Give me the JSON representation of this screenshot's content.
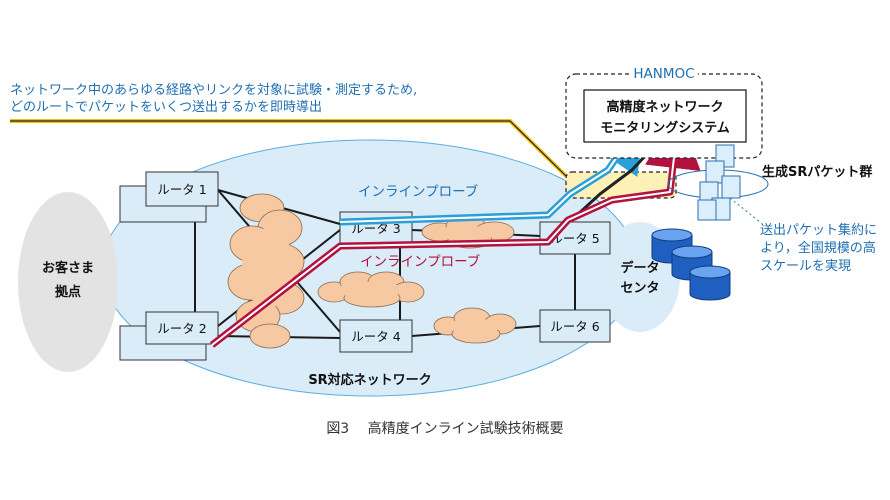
{
  "annotation": {
    "line1": "ネットワーク中のあらゆる経路やリンクを対象に試験・測定するため,",
    "line2": "どのルートでパケットをいくつ送出するかを即時導出"
  },
  "hanmoc": {
    "label": "HANMOC",
    "system_line1": "高精度ネットワーク",
    "system_line2": "モニタリングシステム"
  },
  "customer": {
    "line1": "お客さま",
    "line2": "拠点"
  },
  "routers": [
    "ルータ 1",
    "ルータ 2",
    "ルータ 3",
    "ルータ 4",
    "ルータ 5",
    "ルータ 6"
  ],
  "probes": {
    "blue": "インラインプローブ",
    "red": "インラインプローブ"
  },
  "network_label": "SR対応ネットワーク",
  "datacenter": {
    "line1": "データ",
    "line2": "センタ"
  },
  "sr_packets_label": "生成SRパケット群",
  "aggregation_note": {
    "line1": "送出パケット集約に",
    "line2": "より，全国規模の高",
    "line3": "スケールを実現"
  },
  "caption": "図3　 高精度インライン試験技術概要",
  "colors": {
    "blue_probe": "#2b9fd8",
    "red_probe": "#b3123e",
    "yellow_line": "#f1c40f",
    "network_fill": "#d9ecf8",
    "cloud_fill": "#f6c9a3"
  }
}
